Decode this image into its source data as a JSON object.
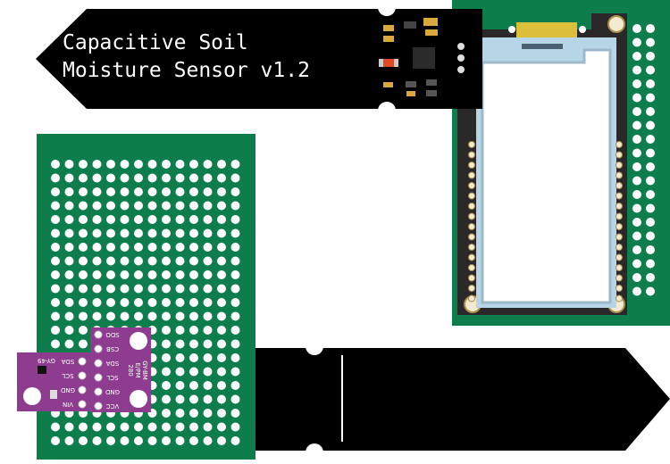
{
  "colors": {
    "perfboard": "#0e7d4c",
    "sensor": "#000000",
    "module": "#2a2828",
    "breakout": "#8e3c8f",
    "screen_frame": "#b6d5e6",
    "connector": "#dcbf3a"
  },
  "soil_sensor": {
    "title_line1": "Capacitive Soil",
    "title_line2": "Moisture Sensor v1.2"
  },
  "gy49": {
    "label": "GY-49",
    "pins": [
      "SDA",
      "SCL",
      "GND",
      "VIN"
    ]
  },
  "bme280": {
    "label_line1": "GY-BM",
    "label_line2": "E/PM",
    "label_line3": "280",
    "pins": [
      "SDO",
      "CSB",
      "SDA",
      "SCL",
      "GND",
      "VCC"
    ]
  }
}
